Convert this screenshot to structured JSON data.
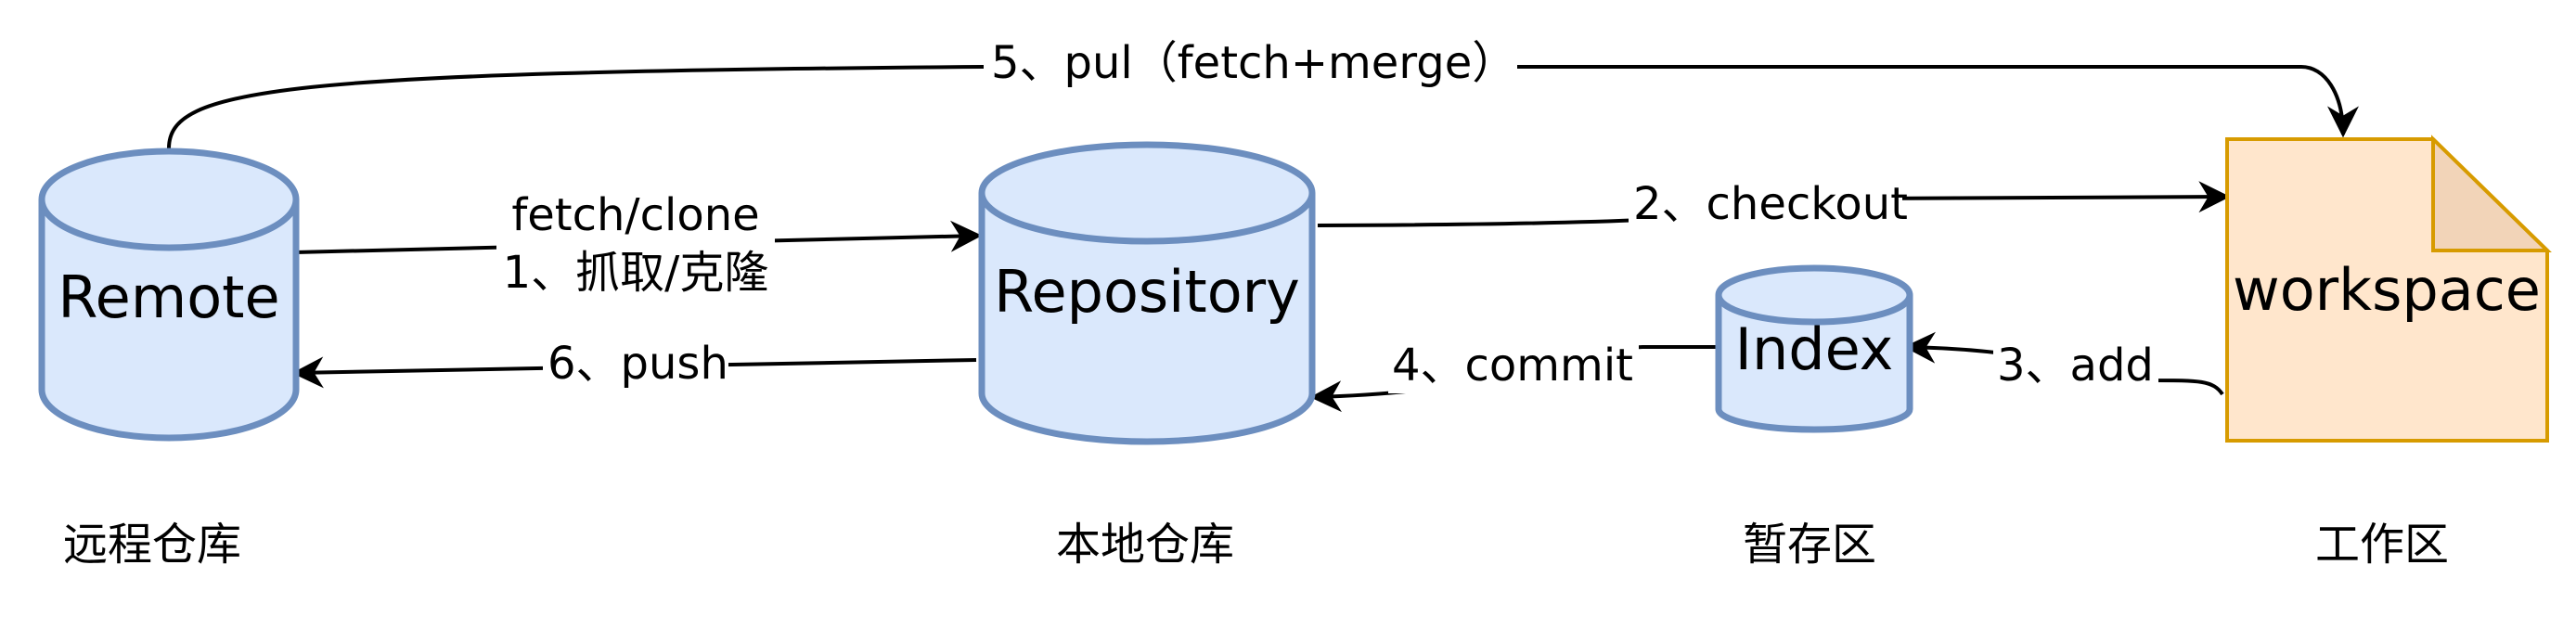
{
  "nodes": {
    "remote": {
      "label": "Remote",
      "caption": "远程仓库"
    },
    "repository": {
      "label": "Repository",
      "caption": "本地仓库"
    },
    "index": {
      "label": "Index",
      "caption": "暂存区"
    },
    "workspace": {
      "label": "workspace",
      "caption": "工作区"
    }
  },
  "edges": {
    "fetch_clone": {
      "line1": "fetch/clone",
      "line2": "1、抓取/克隆"
    },
    "checkout": {
      "label": "2、checkout"
    },
    "add": {
      "label": "3、add"
    },
    "commit": {
      "label": "4、commit"
    },
    "pull": {
      "label": "5、pul（fetch+merge）"
    },
    "push": {
      "label": "6、push"
    }
  },
  "colors": {
    "cylinder_fill": "#dae8fc",
    "cylinder_stroke": "#6c8ebf",
    "document_fill": "#ffe6cc",
    "document_stroke": "#d79b00",
    "document_fold": "#f2d4b8",
    "edge": "#000000"
  }
}
